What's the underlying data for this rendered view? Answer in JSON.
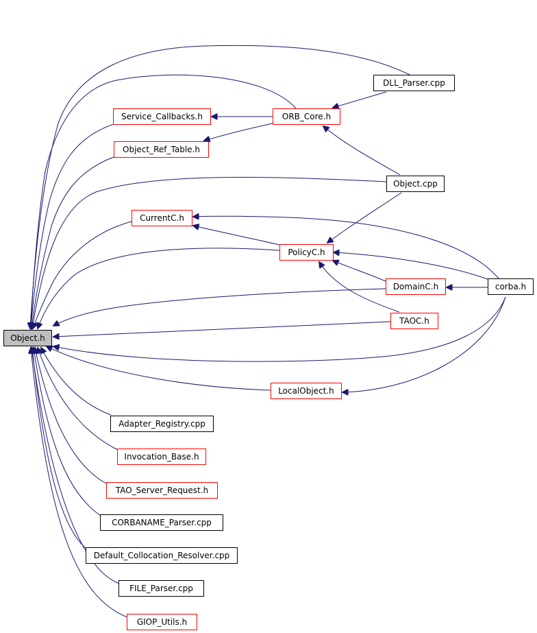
{
  "graph": {
    "colors": {
      "edge": "#191970",
      "border_documented": "#ff0000",
      "border_plain": "#000000",
      "root_fill": "#bfbfbf"
    },
    "nodes": {
      "object_h": "Object.h",
      "dll_parser_cpp": "DLL_Parser.cpp",
      "service_callbacks_h": "Service_Callbacks.h",
      "orb_core_h": "ORB_Core.h",
      "object_ref_table_h": "Object_Ref_Table.h",
      "object_cpp": "Object.cpp",
      "currentc_h": "CurrentC.h",
      "policyc_h": "PolicyC.h",
      "domainc_h": "DomainC.h",
      "corba_h": "corba.h",
      "taoc_h": "TAOC.h",
      "localobject_h": "LocalObject.h",
      "adapter_registry_cpp": "Adapter_Registry.cpp",
      "invocation_base_h": "Invocation_Base.h",
      "tao_server_request_h": "TAO_Server_Request.h",
      "corbaname_parser_cpp": "CORBANAME_Parser.cpp",
      "default_collocation_resolver_cpp": "Default_Collocation_Resolver.cpp",
      "file_parser_cpp": "FILE_Parser.cpp",
      "giop_utils_h": "GIOP_Utils.h"
    }
  }
}
